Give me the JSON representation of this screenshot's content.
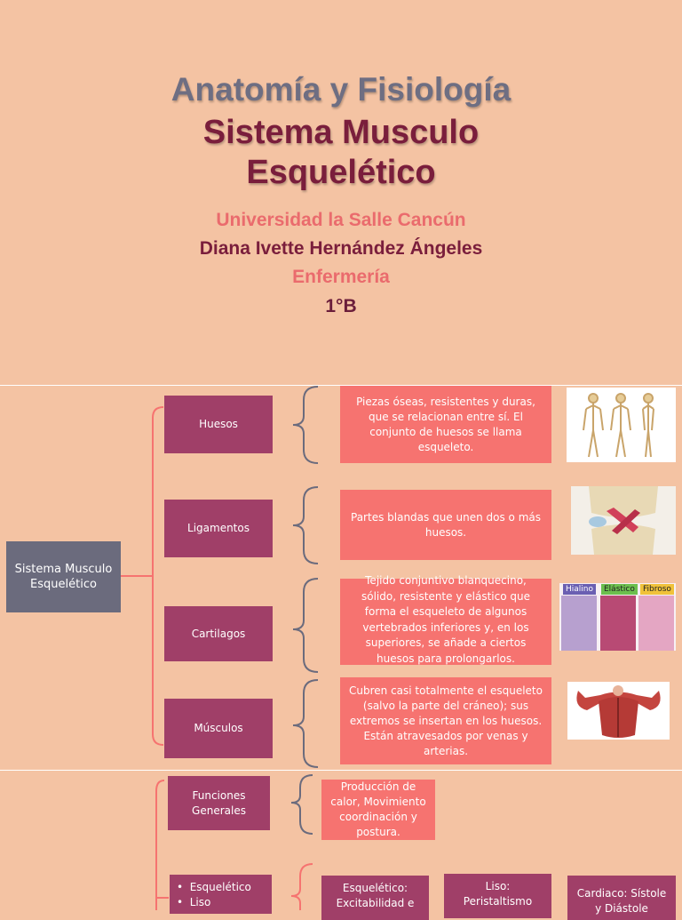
{
  "header": {
    "title": "Anatomía y Fisiología",
    "subtitle_line1": "Sistema Musculo",
    "subtitle_line2": "Esquelético",
    "university": "Universidad la Salle Cancún",
    "author": "Diana Ivette Hernández Ángeles",
    "career": "Enfermería",
    "group": "1°B"
  },
  "map": {
    "root": "Sistema Musculo Esquelético",
    "items": [
      {
        "label": "Huesos",
        "desc": "Piezas óseas, resistentes y duras, que se relacionan entre sí. El conjunto de huesos se llama esqueleto.",
        "image": "skeleton-image"
      },
      {
        "label": "Ligamentos",
        "desc": "Partes blandas que unen dos o más huesos.",
        "image": "knee-ligament-image"
      },
      {
        "label": "Cartilagos",
        "desc": "Tejido conjuntivo blanquecino, sólido, resistente y elástico que forma el esqueleto de algunos vertebrados inferiores y, en los superiores, se añade a ciertos huesos para prolongarlos.",
        "image": "cartilage-tissue-image",
        "image_labels": [
          "Hialino",
          "Elástico",
          "Fibroso"
        ]
      },
      {
        "label": "Músculos",
        "desc": "Cubren casi totalmente el esqueleto (salvo la parte del cráneo); sus extremos se insertan en los huesos. Están atravesados por venas y arterias.",
        "image": "back-muscles-image"
      }
    ]
  },
  "section2": {
    "funciones_label": "Funciones Generales",
    "funciones_desc": "Producción de calor, Movimiento coordinación y postura.",
    "types": [
      "Esquelético",
      "Liso"
    ],
    "cards": [
      "Esquelético: Excitabilidad e",
      "Liso: Peristaltismo",
      "Cardiaco: Sístole y Diástole"
    ]
  },
  "colors": {
    "background": "#f4c3a3",
    "purple": "#a03f68",
    "salmon": "#f67370",
    "dark": "#6b6b7d"
  }
}
